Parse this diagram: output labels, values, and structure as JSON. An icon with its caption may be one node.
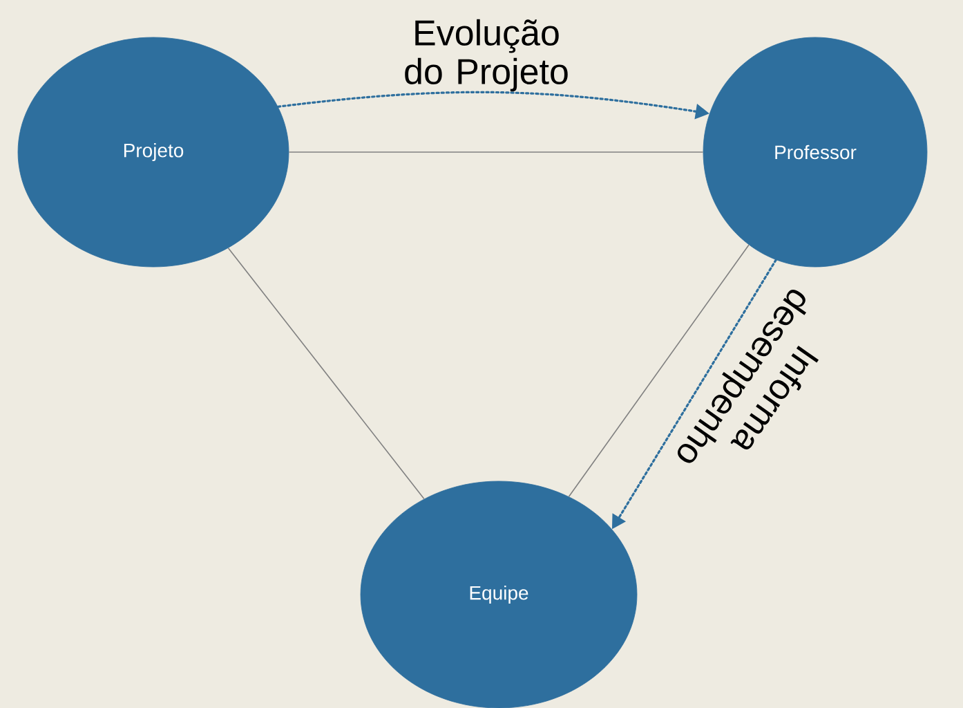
{
  "diagram": {
    "nodes": [
      {
        "text": [
          "Projeto"
        ]
      },
      {
        "text": [
          "Professor"
        ]
      },
      {
        "text": [
          "Equipe"
        ]
      }
    ],
    "edges": [
      {
        "from": 0,
        "to": 1,
        "arrow": "none"
      },
      {
        "from": 0,
        "to": 2,
        "arrow": "none"
      },
      {
        "from": 1,
        "to": 2,
        "arrow": "none"
      },
      {
        "from": 0,
        "to": 1,
        "arrow": "to",
        "style": "dashed",
        "label": "Evolução do Projeto"
      },
      {
        "from": 1,
        "to": 2,
        "arrow": "to",
        "style": "dashed",
        "label": "Informa desempenho"
      }
    ]
  }
}
